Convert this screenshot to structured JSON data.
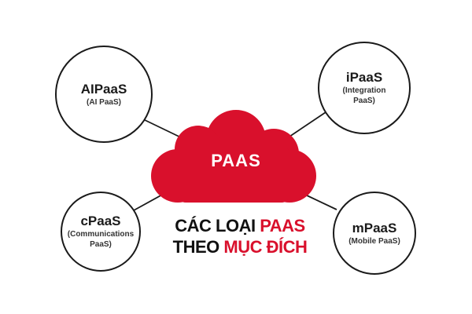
{
  "colors": {
    "accent": "#D9102C",
    "outline": "#1A1A1A",
    "background": "#FFFFFF"
  },
  "center": {
    "label": "PAAS",
    "shape": "cloud-icon"
  },
  "headline": {
    "line1_dark": "CÁC LOẠI",
    "line1_accent": "PAAS",
    "line2_dark": "THEO",
    "line2_accent": "MỤC ĐÍCH"
  },
  "nodes": [
    {
      "id": "top-left",
      "title": "AIPaaS",
      "subtitle": "(AI PaaS)"
    },
    {
      "id": "top-right",
      "title": "iPaaS",
      "subtitle": "(Integration PaaS)"
    },
    {
      "id": "bottom-left",
      "title": "cPaaS",
      "subtitle": "(Communications PaaS)"
    },
    {
      "id": "bottom-right",
      "title": "mPaaS",
      "subtitle": "(Mobile PaaS)"
    }
  ]
}
